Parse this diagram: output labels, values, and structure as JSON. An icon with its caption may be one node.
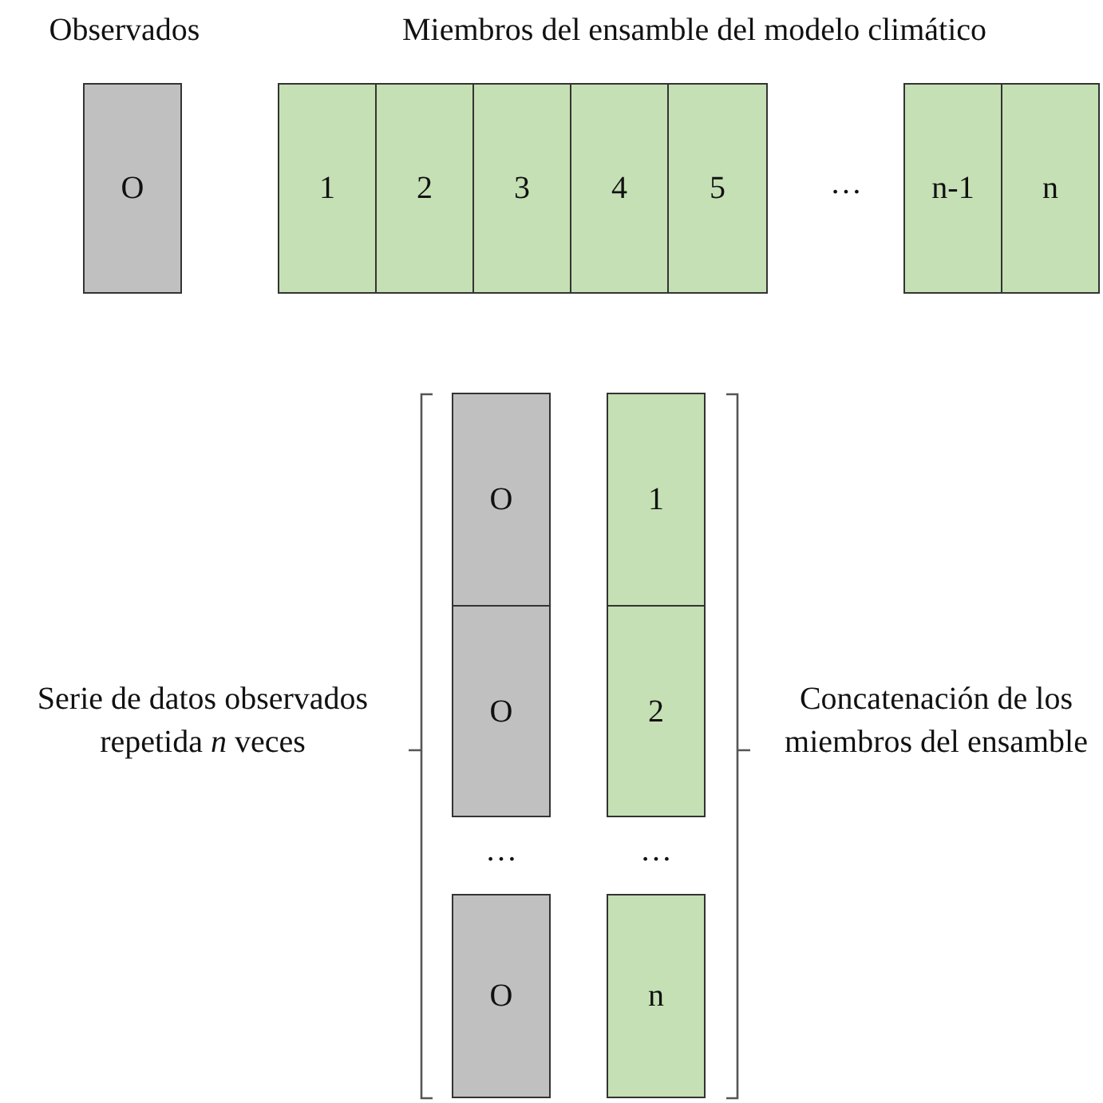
{
  "diagram": {
    "nodes": [
      {
        "text": [
          "O"
        ]
      },
      {
        "text": [
          "1"
        ]
      },
      {
        "text": [
          "2"
        ]
      },
      {
        "text": [
          "3"
        ]
      },
      {
        "text": [
          "4"
        ]
      },
      {
        "text": [
          "5"
        ]
      },
      {
        "text": [
          "n-1"
        ]
      },
      {
        "text": [
          "n"
        ]
      },
      {
        "text": [
          "O"
        ]
      },
      {
        "text": [
          "O"
        ]
      },
      {
        "text": [
          "O"
        ]
      },
      {
        "text": [
          "1"
        ]
      },
      {
        "text": [
          "2"
        ]
      },
      {
        "text": [
          "n"
        ]
      }
    ],
    "labels": [
      "Observados",
      "Miembros del ensamble del modelo climático",
      "…",
      "Serie de datos observados repetida *n* veces",
      "…",
      "…",
      "Concatenación de los miembros del ensamble"
    ]
  }
}
